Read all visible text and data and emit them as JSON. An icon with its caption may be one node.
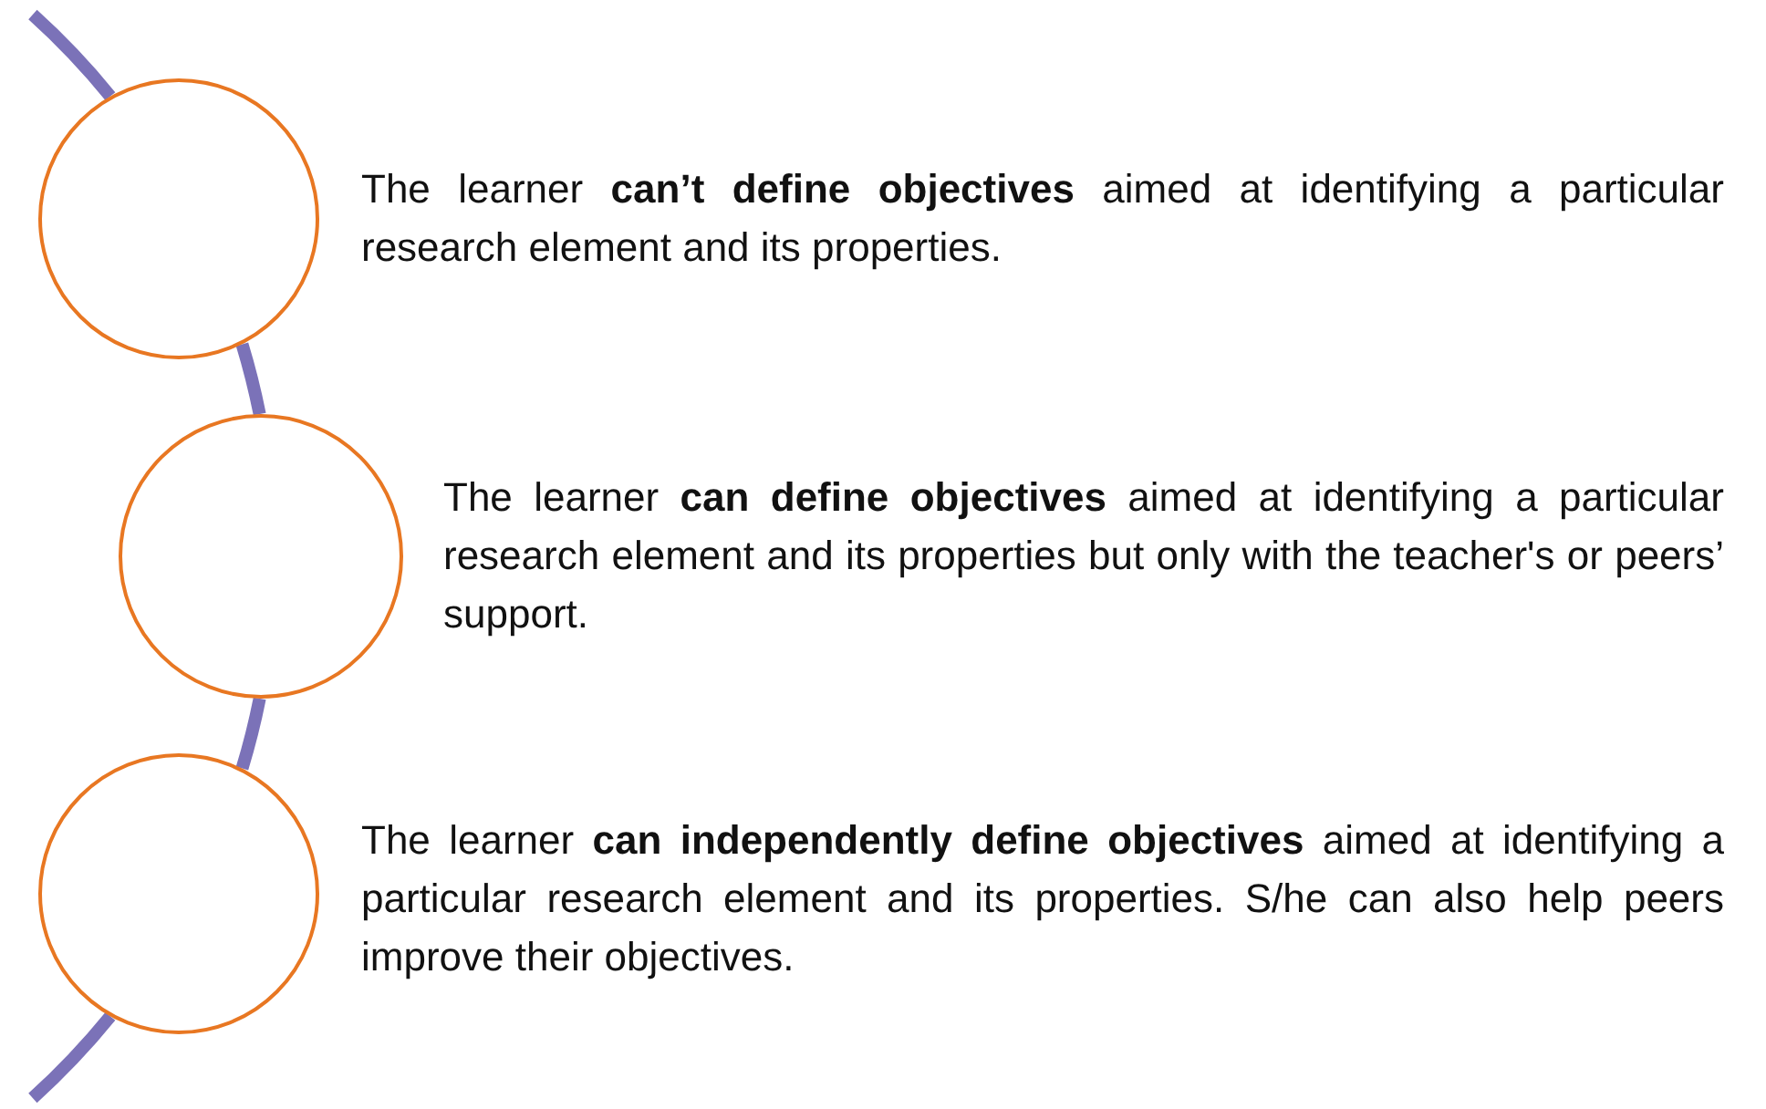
{
  "diagram": {
    "nodes": [
      {
        "text": [],
        "shape": "circle",
        "beside": [
          "The learner **can’t define objectives** aimed at identifying a particular research element and its properties."
        ]
      },
      {
        "text": [],
        "shape": "circle",
        "beside": [
          "The learner **can define objectives** aimed at identifying a particular research element and its properties but only with the teacher's or peers’ support."
        ]
      },
      {
        "text": [],
        "shape": "circle",
        "beside": [
          "The learner **can independently define objectives** aimed at identifying a particular research element and its properties. S/he can also help peers improve their objectives."
        ]
      }
    ],
    "edges": [
      {
        "from": 0,
        "to": 1,
        "arrow": "none"
      },
      {
        "from": 1,
        "to": 2,
        "arrow": "none"
      }
    ]
  }
}
